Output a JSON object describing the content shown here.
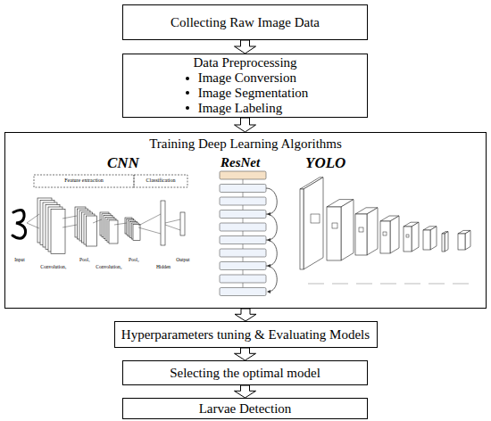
{
  "diagram": {
    "nodes": [
      {
        "text": [
          "Collecting Raw Image Data"
        ]
      },
      {
        "text": [
          "Data Preprocessing",
          "Image Conversion",
          "Image Segmentation",
          "Image Labeling"
        ]
      },
      {
        "text": [
          "Training Deep Learning Algorithms"
        ]
      },
      {
        "text": [
          "Hyperparameters tuning & Evaluating Models"
        ]
      },
      {
        "text": [
          "Selecting the optimal model"
        ]
      },
      {
        "text": [
          "Larvae Detection"
        ]
      }
    ],
    "edges": [
      {
        "from": 0,
        "to": 1,
        "arrow": "to"
      },
      {
        "from": 1,
        "to": 2,
        "arrow": "to"
      },
      {
        "from": 2,
        "to": 3,
        "arrow": "to"
      },
      {
        "from": 3,
        "to": 4,
        "arrow": "to"
      },
      {
        "from": 4,
        "to": 5,
        "arrow": "to"
      }
    ],
    "labels": [
      "CNN",
      "ResNet",
      "YOLO",
      "Feature extraction",
      "Classification",
      "Input",
      "Convolution₁",
      "Pool₁",
      "Convolution₂",
      "Pool₂",
      "Hidden",
      "Output"
    ]
  }
}
